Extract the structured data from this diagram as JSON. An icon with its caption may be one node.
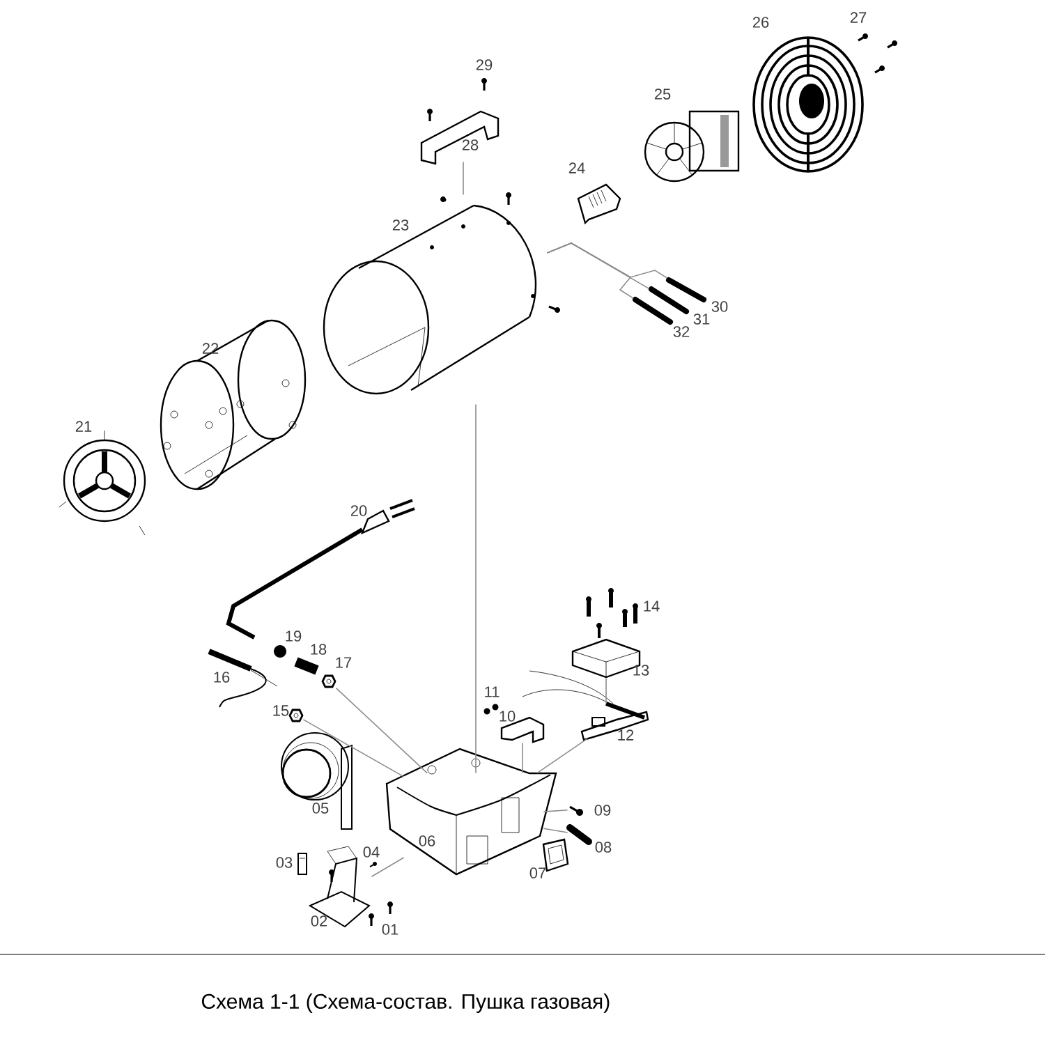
{
  "diagram": {
    "caption": "Схема 1-1 (Схема-состав. Пушка газовая)",
    "nodes": [
      {
        "text": [
          "01"
        ]
      },
      {
        "text": [
          "02"
        ]
      },
      {
        "text": [
          "03"
        ]
      },
      {
        "text": [
          "04"
        ]
      },
      {
        "text": [
          "05"
        ]
      },
      {
        "text": [
          "06"
        ]
      },
      {
        "text": [
          "07"
        ]
      },
      {
        "text": [
          "08"
        ]
      },
      {
        "text": [
          "09"
        ]
      },
      {
        "text": [
          "10"
        ]
      },
      {
        "text": [
          "11"
        ]
      },
      {
        "text": [
          "12"
        ]
      },
      {
        "text": [
          "13"
        ]
      },
      {
        "text": [
          "14"
        ]
      },
      {
        "text": [
          "15"
        ]
      },
      {
        "text": [
          "16"
        ]
      },
      {
        "text": [
          "17"
        ]
      },
      {
        "text": [
          "18"
        ]
      },
      {
        "text": [
          "19"
        ]
      },
      {
        "text": [
          "20"
        ]
      },
      {
        "text": [
          "21"
        ]
      },
      {
        "text": [
          "22"
        ]
      },
      {
        "text": [
          "23"
        ]
      },
      {
        "text": [
          "24"
        ]
      },
      {
        "text": [
          "25"
        ]
      },
      {
        "text": [
          "26"
        ]
      },
      {
        "text": [
          "27"
        ]
      },
      {
        "text": [
          "28"
        ]
      },
      {
        "text": [
          "29"
        ]
      },
      {
        "text": [
          "30"
        ]
      },
      {
        "text": [
          "31"
        ]
      },
      {
        "text": [
          "32"
        ]
      }
    ],
    "edges": [
      {
        "from": 27,
        "to": 22,
        "arrow": "none"
      },
      {
        "from": 22,
        "to": 5,
        "arrow": "none"
      },
      {
        "from": 22,
        "to": 29,
        "arrow": "none"
      },
      {
        "from": 22,
        "to": 30,
        "arrow": "none"
      },
      {
        "from": 22,
        "to": 31,
        "arrow": "none"
      },
      {
        "from": 16,
        "to": 5,
        "arrow": "none"
      },
      {
        "from": 14,
        "to": 5,
        "arrow": "none"
      },
      {
        "from": 9,
        "to": 5,
        "arrow": "none"
      },
      {
        "from": 11,
        "to": 5,
        "arrow": "none"
      },
      {
        "from": 12,
        "to": 11,
        "arrow": "none"
      },
      {
        "from": 1,
        "to": 5,
        "arrow": "none"
      },
      {
        "from": 5,
        "to": 8,
        "arrow": "none"
      },
      {
        "from": 5,
        "to": 7,
        "arrow": "none"
      }
    ]
  }
}
